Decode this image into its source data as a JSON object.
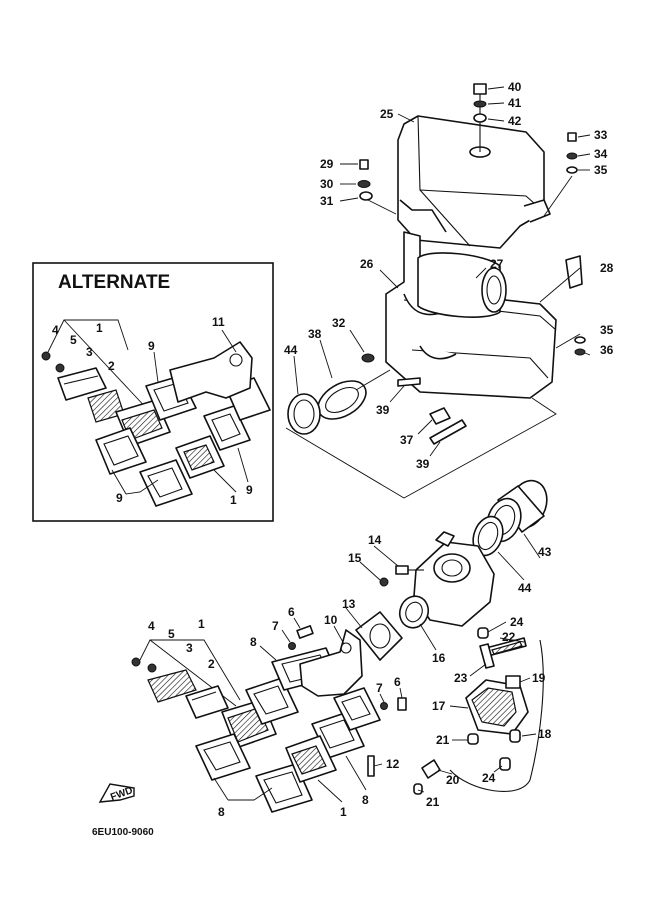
{
  "alternate_title": "ALTERNATE",
  "diagram_code": "6EU100-9060",
  "fwd_label": "FWD",
  "callouts": {
    "c40": "40",
    "c41": "41",
    "c42": "42",
    "c25": "25",
    "c33": "33",
    "c34": "34",
    "c35a": "35",
    "c29": "29",
    "c30": "30",
    "c31": "31",
    "c26": "26",
    "c27": "27",
    "c28": "28",
    "c32": "32",
    "c38": "38",
    "c44a": "44",
    "c35b": "35",
    "c36": "36",
    "c39a": "39",
    "c37": "37",
    "c39b": "39",
    "c43": "43",
    "c44b": "44",
    "c14": "14",
    "c15": "15",
    "c13": "13",
    "c10": "10",
    "c16": "16",
    "c7a": "7",
    "c6a": "6",
    "c8a": "8",
    "c24a": "24",
    "c22": "22",
    "c23": "23",
    "c19": "19",
    "c4b": "4",
    "c5b": "5",
    "c3b": "3",
    "c1b": "1",
    "c2b": "2",
    "c7b": "7",
    "c6b": "6",
    "c17": "17",
    "c18": "18",
    "c21a": "21",
    "c20": "20",
    "c24b": "24",
    "c12": "12",
    "c8b": "8",
    "c1c": "1",
    "c8c": "8",
    "c21b": "21",
    "alt4": "4",
    "alt5": "5",
    "alt3": "3",
    "alt1": "1",
    "alt2": "2",
    "alt9a": "9",
    "alt11": "11",
    "alt9b": "9",
    "alt9c": "9",
    "alt1b": "1"
  }
}
